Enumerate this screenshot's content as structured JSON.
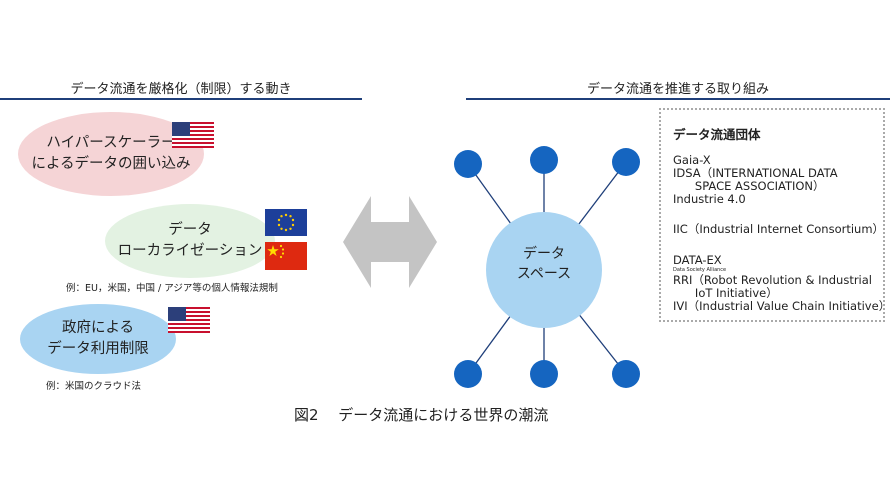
{
  "left_header": "データ流通を厳格化（制限）する動き",
  "right_header": "データ流通を推進する取り組み",
  "ellipses": [
    {
      "line1": "ハイパースケーラー",
      "line2": "によるデータの囲い込み"
    },
    {
      "line1": "データ",
      "line2": "ローカライゼーション"
    },
    {
      "line1": "政府による",
      "line2": "データ利用制限"
    }
  ],
  "notes": {
    "localization": "例：EU，米国，中国 / アジア等の個人情報法規制",
    "government": "例：米国のクラウド法"
  },
  "center_label": {
    "line1": "データ",
    "line2": "スペース"
  },
  "org_box": {
    "title": "データ流通団体",
    "gaiax": "Gaia-X",
    "idsa1": "IDSA（INTERNATIONAL DATA",
    "idsa2": "      SPACE ASSOCIATION）",
    "industrie": "Industrie 4.0",
    "iic": "IIC（Industrial Internet Consortium）",
    "dataex": "DATA-EX",
    "dataex_sub": "Data Society Alliance",
    "rri1": "RRI（Robot Revolution & Industrial",
    "rri2": "      IoT Initiative）",
    "ivi": "IVI（Industrial Value Chain Initiative）"
  },
  "caption": "図2　 データ流通における世界の潮流",
  "colors": {
    "rule": "#1f3f7a",
    "node": "#1565c0",
    "center": "#a9d4f2",
    "pink": "#f5d4d6",
    "green": "#e3f2e2",
    "arrow": "#c4c4c4"
  },
  "icons": [
    "us-flag-icon",
    "eu-flag-icon",
    "china-flag-icon",
    "double-arrow-icon"
  ]
}
